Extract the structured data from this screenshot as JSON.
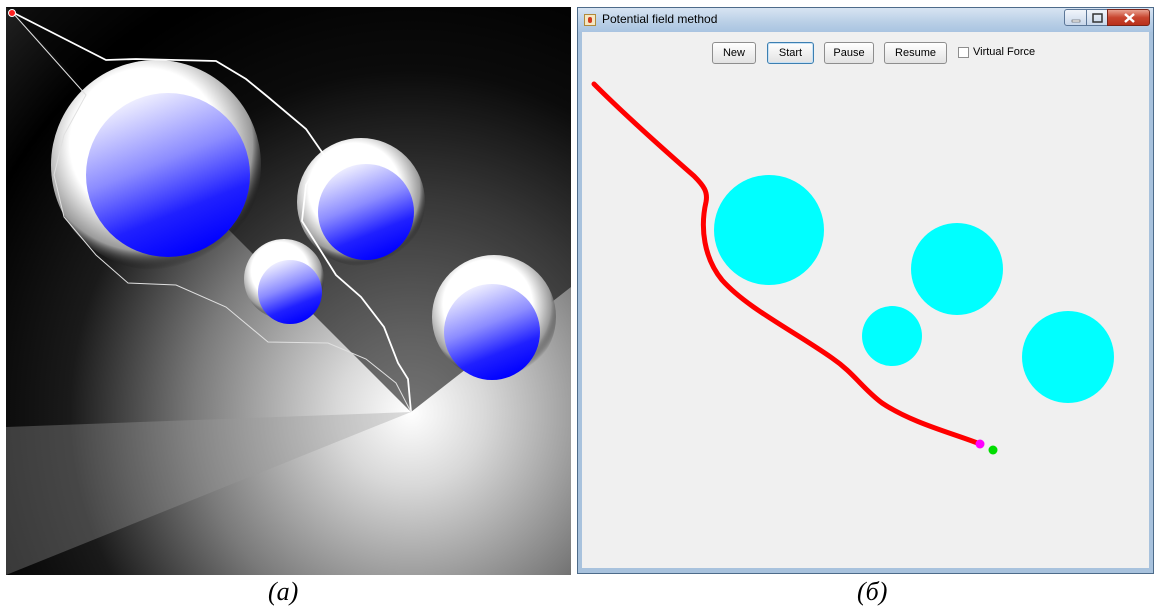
{
  "window": {
    "title": "Potential field method"
  },
  "toolbar": {
    "new_label": "New",
    "start_label": "Start",
    "pause_label": "Pause",
    "resume_label": "Resume",
    "virtual_force_label": "Virtual Force",
    "virtual_force_checked": false
  },
  "captions": {
    "left": "(a)",
    "right": "(б)"
  },
  "colors": {
    "path": "#ff0000",
    "obstacle": "#00ffff",
    "robot": "#ff00ff",
    "goal": "#00dd00",
    "field_obstacle": "#0000ff",
    "field_path": "#ffffff"
  }
}
